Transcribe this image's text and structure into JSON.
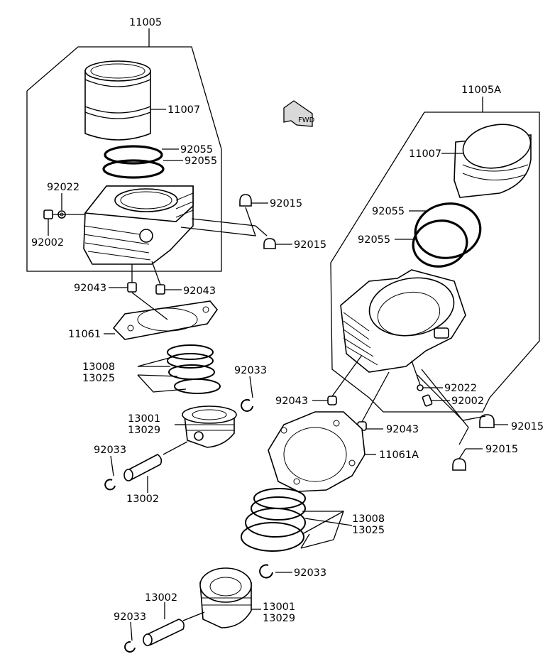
{
  "diagram": {
    "fwd_badge": "FWD",
    "labels": {
      "group_left": "11005",
      "group_right": "11005A",
      "liner_left": "11007",
      "liner_right": "11007",
      "oring_left_1": "92055",
      "oring_left_2": "92055",
      "oring_right_1": "92055",
      "oring_right_2": "92055",
      "washer_left": "92022",
      "bolt_left": "92002",
      "cap_upper": "92015",
      "cap_lower": "92015",
      "dowel_left_a": "92043",
      "dowel_left_b": "92043",
      "gasket_left": "11061",
      "rings_left_a": "13008",
      "rings_left_b": "13025",
      "circlip_left_top": "92033",
      "piston_left_a": "13001",
      "piston_left_b": "13029",
      "circlip_left_bottom": "92033",
      "pin_left": "13002",
      "washer_right": "92022",
      "bolt_right": "92002",
      "cap_right_1": "92015",
      "cap_right_2": "92015",
      "dowel_right_a": "92043",
      "dowel_right_b": "92043",
      "gasket_right": "11061A",
      "rings_right_a": "13008",
      "rings_right_b": "13025",
      "circlip_right_top": "92033",
      "piston_right_a": "13001",
      "piston_right_b": "13029",
      "pin_right": "13002",
      "circlip_right_bottom": "92033"
    }
  }
}
